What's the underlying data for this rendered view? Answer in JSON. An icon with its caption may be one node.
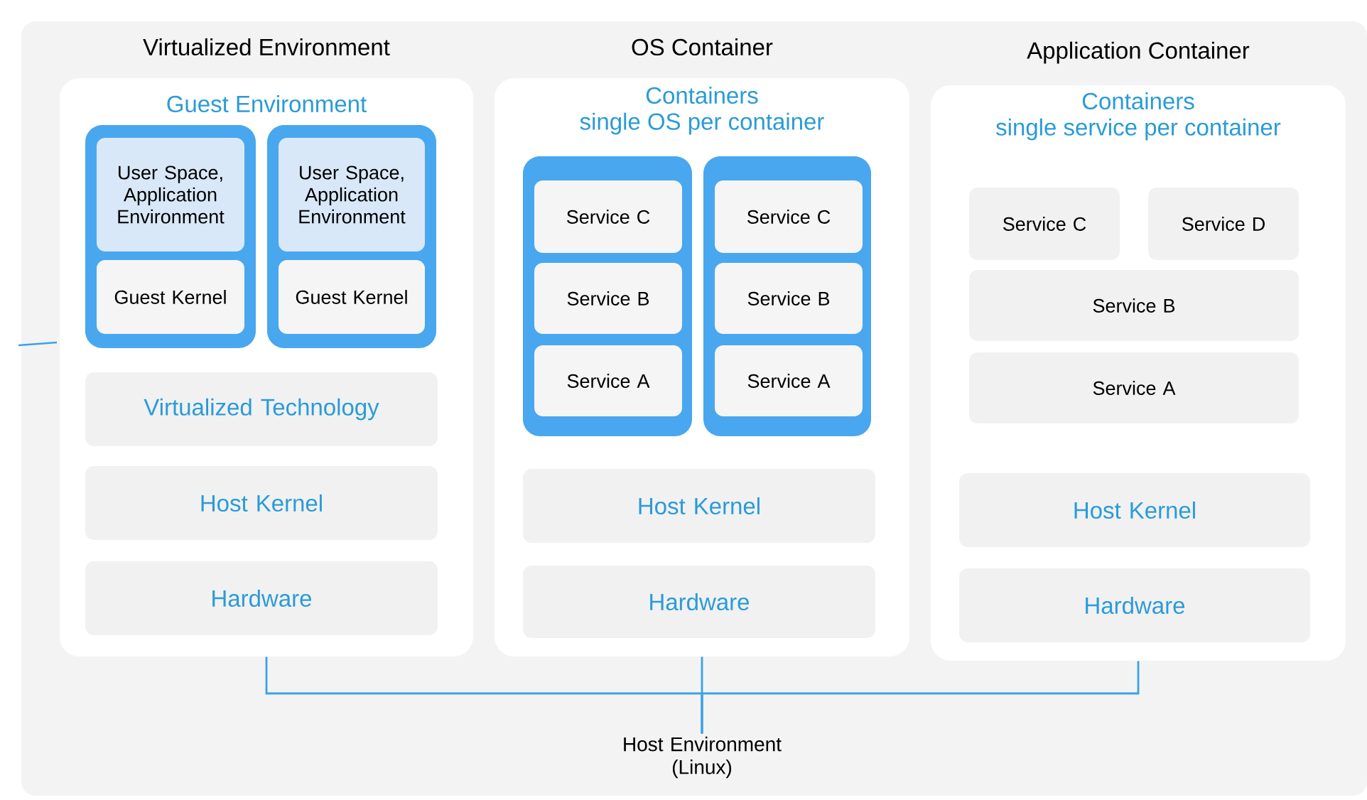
{
  "diagram": {
    "nodes": [
      {
        "text": [
          "Virtualized Environment",
          "Guest Environment"
        ]
      },
      {
        "text": [],
        "shape": "box",
        "in": 0
      },
      {
        "text": [
          "User Space, Application Environment"
        ],
        "in": 1
      },
      {
        "text": [
          "Guest Kernel"
        ],
        "in": 1
      },
      {
        "text": [],
        "shape": "box",
        "in": 0
      },
      {
        "text": [
          "User Space, Application Environment"
        ],
        "in": 4
      },
      {
        "text": [
          "Guest Kernel"
        ],
        "in": 4
      },
      {
        "text": [
          "Virtualized Technology"
        ],
        "in": 0
      },
      {
        "text": [
          "Host Kernel"
        ],
        "in": 0
      },
      {
        "text": [
          "Hardware"
        ],
        "in": 0
      },
      {
        "text": [
          "OS Container",
          "Containers",
          "single OS per container"
        ]
      },
      {
        "text": [],
        "shape": "box",
        "in": 10
      },
      {
        "text": [
          "Service C"
        ],
        "in": 11
      },
      {
        "text": [
          "Service B"
        ],
        "in": 11
      },
      {
        "text": [
          "Service A"
        ],
        "in": 11
      },
      {
        "text": [],
        "shape": "box",
        "in": 10
      },
      {
        "text": [
          "Service C"
        ],
        "in": 15
      },
      {
        "text": [
          "Service B"
        ],
        "in": 15
      },
      {
        "text": [
          "Service A"
        ],
        "in": 15
      },
      {
        "text": [
          "Host Kernel"
        ],
        "in": 10
      },
      {
        "text": [
          "Hardware"
        ],
        "in": 10
      },
      {
        "text": [
          "Application Container",
          "Containers",
          "single service per container"
        ]
      },
      {
        "text": [
          "Service C"
        ],
        "in": 21
      },
      {
        "text": [
          "Service D"
        ],
        "in": 21
      },
      {
        "text": [
          "Service B"
        ],
        "in": 21
      },
      {
        "text": [
          "Service A"
        ],
        "in": 21
      },
      {
        "text": [
          "Host Kernel"
        ],
        "in": 21
      },
      {
        "text": [
          "Hardware"
        ],
        "in": 21
      },
      {
        "text": [
          "Host Environment (Linux)"
        ]
      }
    ],
    "edges": [
      {
        "from": 0,
        "to": 28,
        "arrow": "none"
      },
      {
        "from": 10,
        "to": 28,
        "arrow": "none"
      },
      {
        "from": 21,
        "to": 28,
        "arrow": "none"
      }
    ]
  }
}
